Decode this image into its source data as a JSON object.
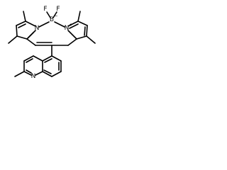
{
  "molecule": {
    "atoms": {
      "fluorine_left": "F",
      "fluorine_right": "F",
      "boron": "B",
      "boron_charge": "−",
      "nitrogen_left": "N",
      "nitrogen_right": "N",
      "nitrogen_right_charge": "+",
      "nitrogen_quinoline": "N"
    },
    "colors": {
      "bond": "#000000",
      "background": "#ffffff"
    }
  }
}
